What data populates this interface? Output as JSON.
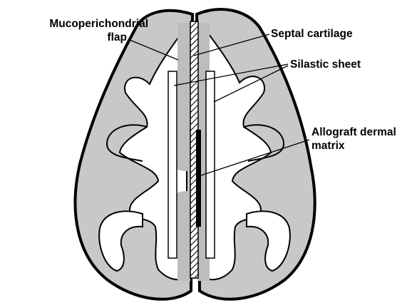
{
  "labels": {
    "mucoperichondrial_flap": [
      "Mucoperichondrial",
      "flap"
    ],
    "septal_cartilage": "Septal cartilage",
    "silastic_sheet": "Silastic sheet",
    "allograft_dermal_matrix": [
      "Allograft dermal",
      "matrix"
    ]
  },
  "colors": {
    "outline": "#000000",
    "mucosa_fill": "#c8c8c8",
    "airway": "#ffffff"
  }
}
